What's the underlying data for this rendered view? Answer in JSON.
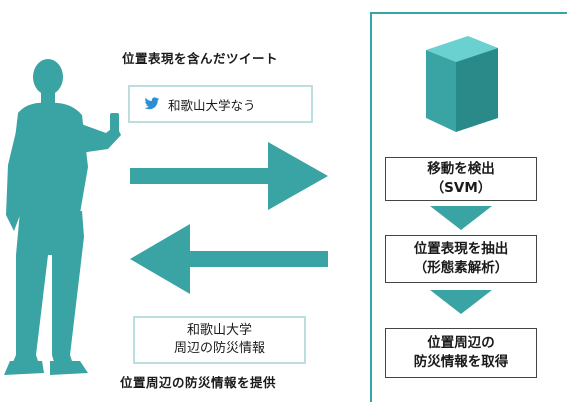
{
  "tweet_section": {
    "heading": "位置表現を含んだツイート",
    "tweet_text": "和歌山大学なう",
    "bird_icon": "twitter-bird-icon"
  },
  "info_section": {
    "box_line1": "和歌山大学",
    "box_line2": "周辺の防災情報",
    "caption": "位置周辺の防災情報を提供"
  },
  "server": {
    "icon": "server-box-icon",
    "steps": [
      {
        "line1": "移動を検出",
        "line2": "（SVM）"
      },
      {
        "line1": "位置表現を抽出",
        "line2": "（形態素解析）"
      },
      {
        "line1": "位置周辺の",
        "line2": "防災情報を取得"
      }
    ]
  },
  "colors": {
    "accent_teal": "#3aa3a3",
    "box_border": "#bcdede",
    "twitter_blue": "#2b8fd6",
    "text": "#1a1a1a"
  }
}
